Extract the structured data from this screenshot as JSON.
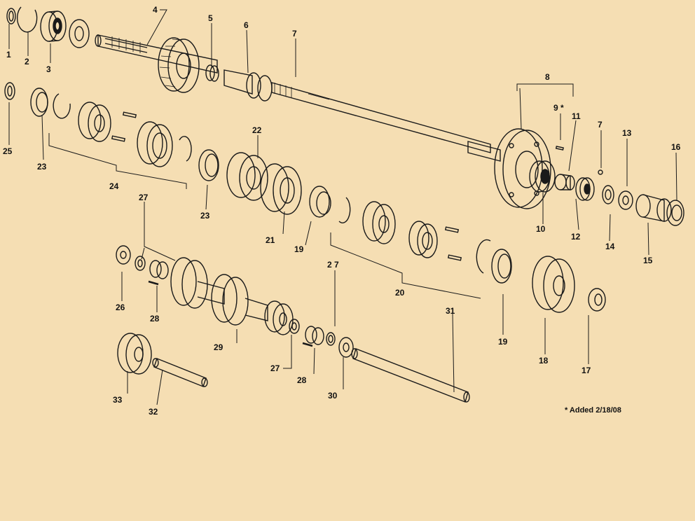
{
  "diagram": {
    "background": "#f5deb3",
    "ink": "#1a1a1a",
    "callouts": [
      "1",
      "2",
      "3",
      "4",
      "5",
      "6",
      "7",
      "8",
      "9 *",
      "10",
      "11",
      "7",
      "13",
      "16",
      "25",
      "23",
      "22",
      "24",
      "23",
      "21",
      "19",
      "20",
      "12",
      "14",
      "15",
      "27",
      "26",
      "28",
      "29",
      "27",
      "28",
      "2 7",
      "30",
      "31",
      "19",
      "18",
      "17",
      "33",
      "32"
    ],
    "note": "* Added 2/18/08"
  }
}
